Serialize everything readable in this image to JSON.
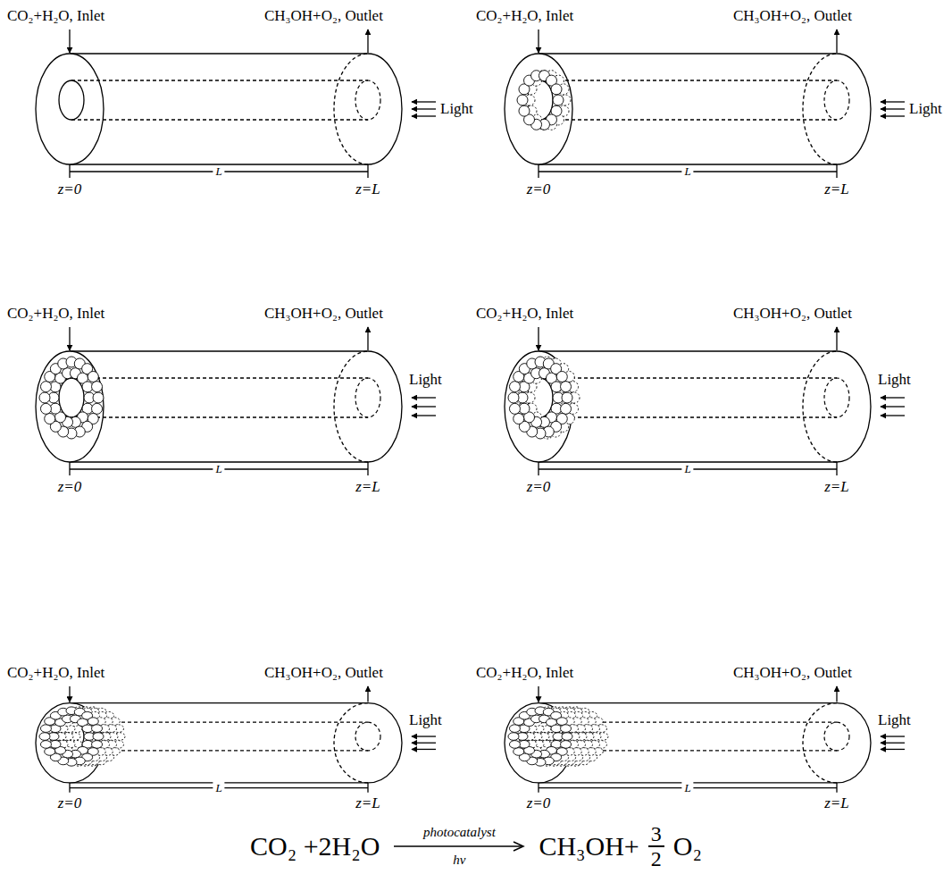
{
  "diagram": {
    "labels": [
      "CO₂+H₂O, Inlet",
      "CH₃OH+O₂, Outlet",
      "Light",
      "z=0",
      "z=L",
      "L",
      "CO₂+H₂O, Inlet",
      "CH₃OH+O₂, Outlet",
      "Light",
      "z=0",
      "z=L",
      "L",
      "CO₂+H₂O, Inlet",
      "CH₃OH+O₂, Outlet",
      "Light",
      "z=0",
      "z=L",
      "L",
      "CO₂+H₂O, Inlet",
      "CH₃OH+O₂, Outlet",
      "Light",
      "z=0",
      "z=L",
      "L",
      "CO₂+H₂O, Inlet",
      "CH₃OH+O₂, Outlet",
      "Light",
      "z=0",
      "z=L",
      "L",
      "CO₂+H₂O, Inlet",
      "CH₃OH+O₂, Outlet",
      "Light",
      "z=0",
      "z=L",
      "L",
      "CO₂ +2H₂O",
      "photocatalyst",
      "hv",
      "CH₃OH+",
      "3",
      "2",
      "O₂"
    ]
  }
}
